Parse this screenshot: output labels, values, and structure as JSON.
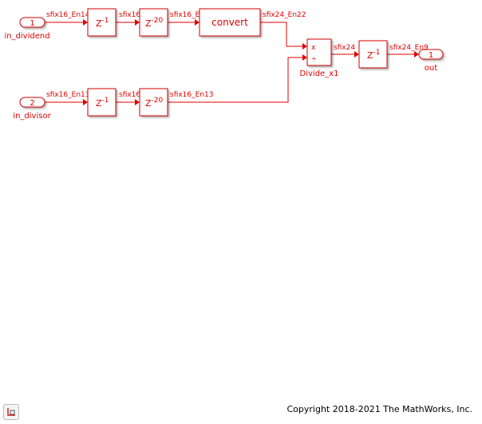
{
  "colors": {
    "accent": "#e00000"
  },
  "ports": {
    "in1": {
      "number": "1",
      "name": "in_dividend"
    },
    "in2": {
      "number": "2",
      "name": "in_divisor"
    },
    "out1": {
      "number": "1",
      "name": "out"
    }
  },
  "blocks": {
    "delay1_top": {
      "base": "Z",
      "exp": "-1"
    },
    "delay20_top": {
      "base": "Z",
      "exp": "-20"
    },
    "convert": {
      "label": "convert"
    },
    "delay1_bot": {
      "base": "Z",
      "exp": "-1"
    },
    "delay20_bot": {
      "base": "Z",
      "exp": "-20"
    },
    "divide": {
      "name": "Divide_x1",
      "port1": "x",
      "port2": "÷"
    },
    "delay_out": {
      "base": "Z",
      "exp": "-1"
    }
  },
  "signals": {
    "s1": "sfix16_En14",
    "s2": "sfix16",
    "s3": "sfix16_E",
    "s4": "sfix24_En22",
    "s5": "sfix24",
    "s6": "sfix24_En9",
    "s7": "sfix16_En13",
    "s8": "sfix16",
    "s9": "sfix16_En13"
  },
  "footer": {
    "copyright": "Copyright 2018-2021 The MathWorks, Inc.",
    "fit_icon": "fit-to-view-icon"
  }
}
